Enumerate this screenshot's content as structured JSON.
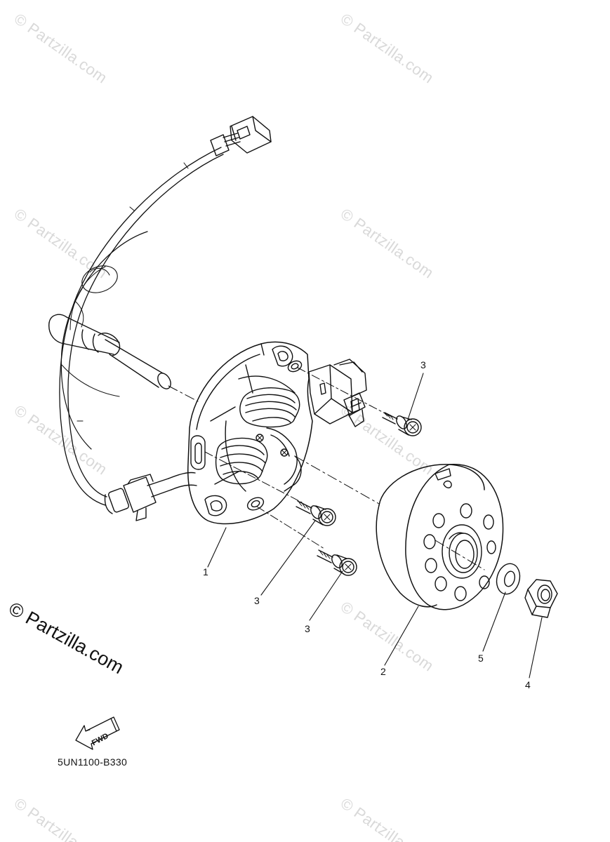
{
  "watermark": {
    "small_text": "© Partzilla.com",
    "main_text": "© Partzilla.com"
  },
  "callouts": {
    "stator": "1",
    "rotor": "2",
    "screw_top": "3",
    "screw_middle": "3",
    "screw_bottom": "3",
    "nut": "4",
    "washer": "5"
  },
  "fwd_label": "FWD",
  "diagram_code": "5UN1100-B330",
  "colors": {
    "line": "#111111",
    "watermark": "#d9d9d9"
  }
}
